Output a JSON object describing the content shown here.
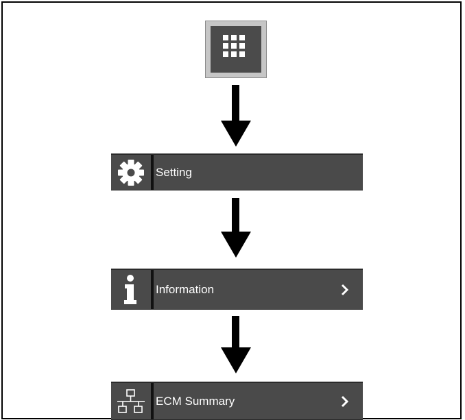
{
  "apps": {
    "icon": "grid-icon"
  },
  "menu": {
    "setting": {
      "label": "Setting",
      "icon": "gear-icon"
    },
    "information": {
      "label": "Information",
      "icon": "info-icon"
    },
    "ecm_summary": {
      "label": "ECM Summary",
      "icon": "network-icon"
    }
  },
  "colors": {
    "bar": "#4a4a4a",
    "divider": "#111111",
    "apps_frame": "#c6c6c6",
    "text": "#ffffff"
  }
}
